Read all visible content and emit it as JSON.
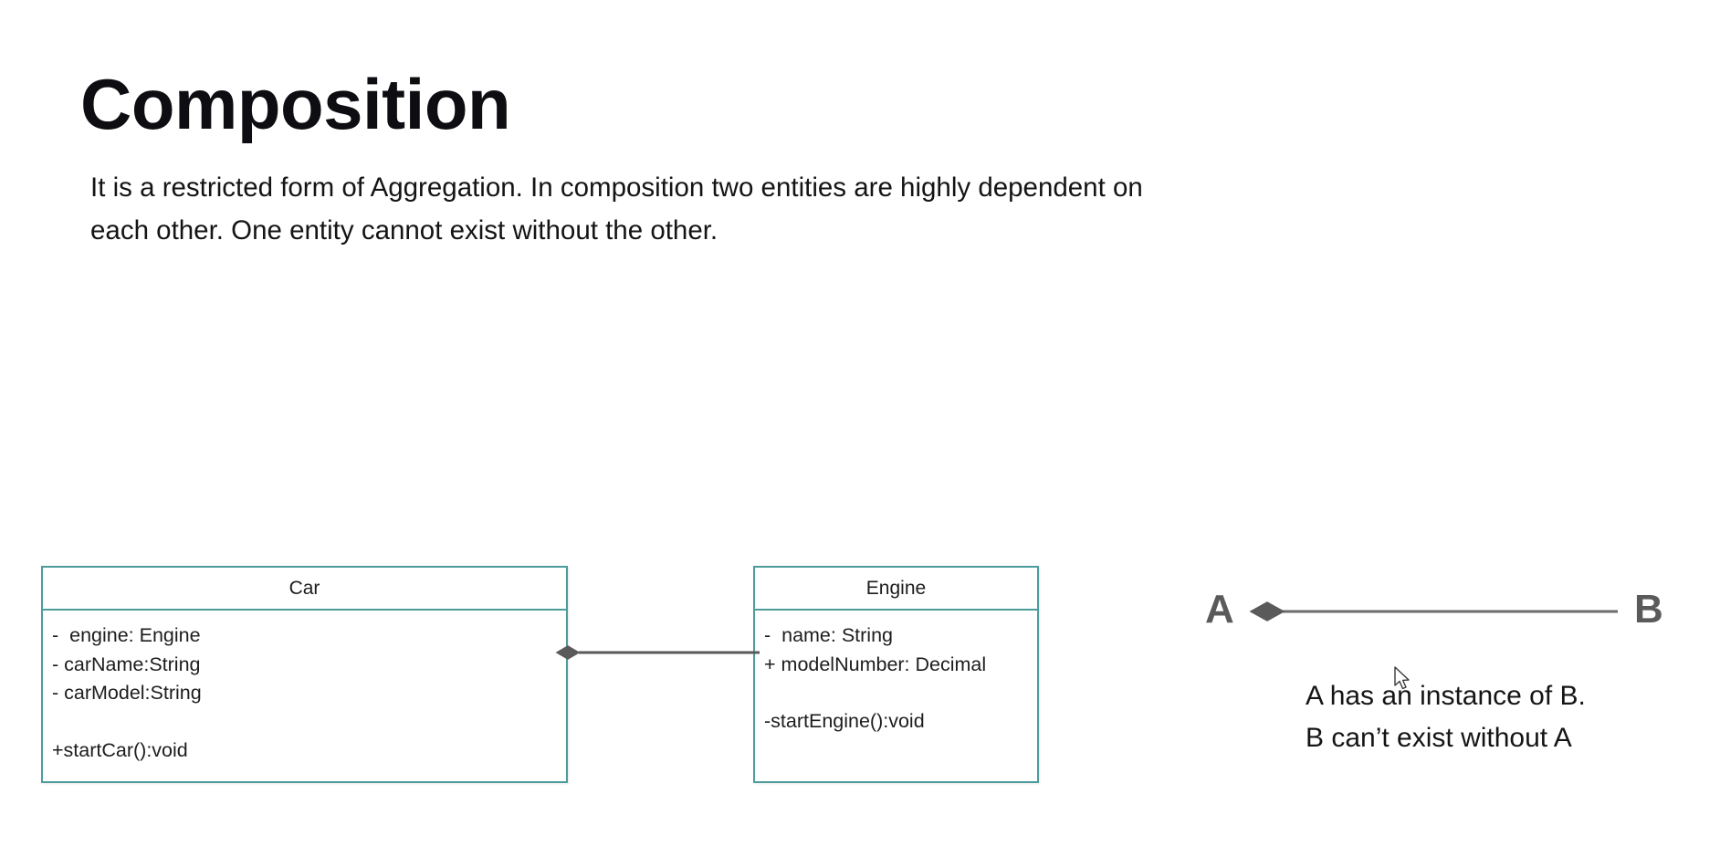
{
  "slide": {
    "title": "Composition",
    "body_lines": [
      "It is a restricted form of Aggregation. In composition two entities are highly dependent on",
      "each other. One entity cannot exist without the other."
    ]
  },
  "diagram": {
    "classes": [
      {
        "name": "Car",
        "members": [
          "-  engine: Engine",
          "- carName:String",
          "- carModel:String",
          "",
          "+startCar():void"
        ]
      },
      {
        "name": "Engine",
        "members": [
          "-  name: String",
          "+ modelNumber: Decimal",
          "",
          "-startEngine():void"
        ]
      }
    ],
    "relationship": {
      "type": "composition",
      "source": "Car",
      "target": "Engine",
      "diamond": "filled",
      "diamond_end": "source"
    },
    "colors": {
      "class_border": "#4d9c9c",
      "class_fill": "#ffffff",
      "connector": "#5a5a5a",
      "legend_text": "#5a5a5a"
    }
  },
  "legend": {
    "node_a": "A",
    "node_b": "B",
    "caption_lines": [
      "A has an instance of B.",
      "B can’t exist without A"
    ]
  },
  "cursor": {
    "icon": "arrow-pointer"
  }
}
